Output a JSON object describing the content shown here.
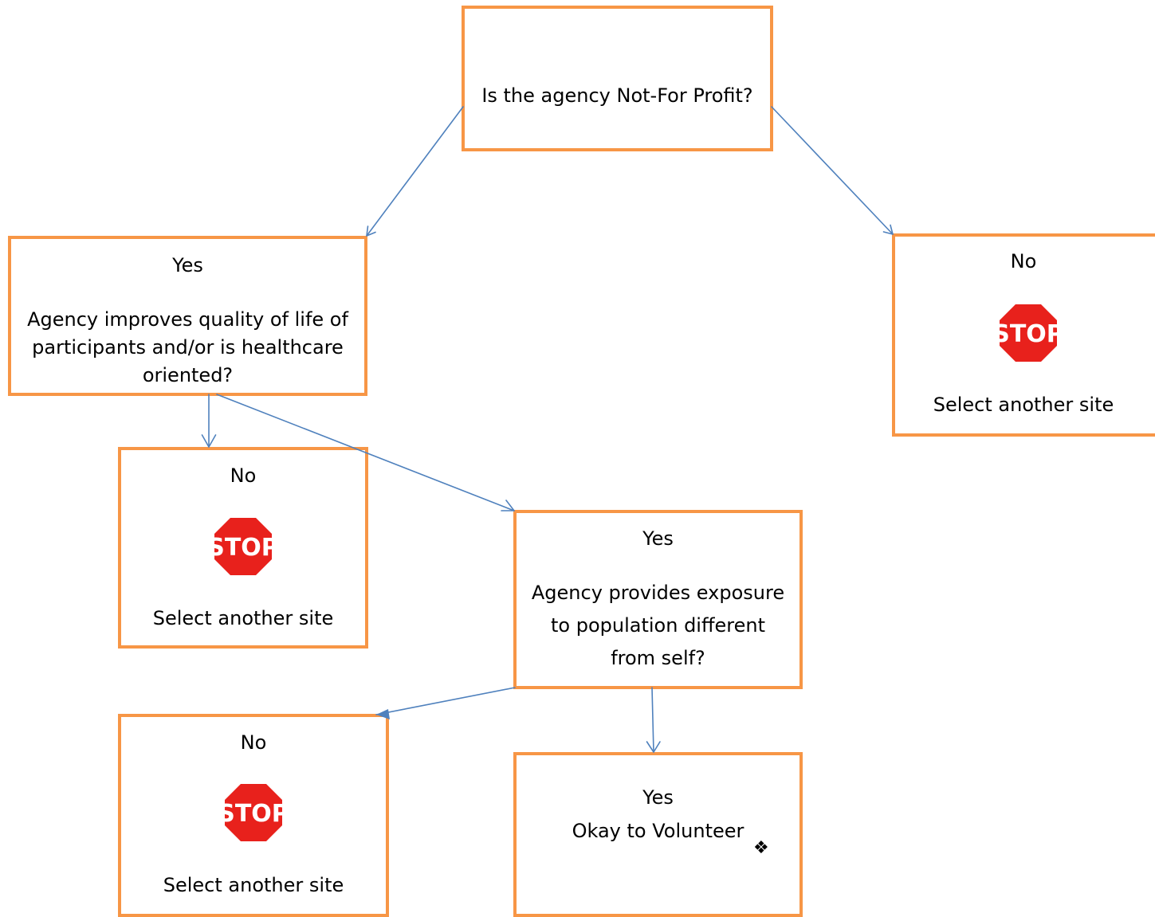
{
  "colors": {
    "box_border": "#f79646",
    "connector": "#4f81bd",
    "stop_sign": "#e8211c",
    "stop_text": "#ffffff"
  },
  "nodes": {
    "root": {
      "question": "Is the agency Not-For Profit?"
    },
    "no_profit": {
      "answer": "No",
      "icon": "stop-sign-icon",
      "sign_text": "STOP",
      "action": "Select another site"
    },
    "quality": {
      "answer": "Yes",
      "question": "Agency improves quality of life of participants and/or is healthcare oriented?"
    },
    "no_quality": {
      "answer": "No",
      "icon": "stop-sign-icon",
      "sign_text": "STOP",
      "action": "Select another site"
    },
    "exposure": {
      "answer": "Yes",
      "question": "Agency provides exposure to population different from self?"
    },
    "no_exposure": {
      "answer": "No",
      "icon": "stop-sign-icon",
      "sign_text": "STOP",
      "action": "Select another site"
    },
    "volunteer": {
      "answer": "Yes",
      "result": "Okay to Volunteer",
      "marker": "❖"
    }
  }
}
